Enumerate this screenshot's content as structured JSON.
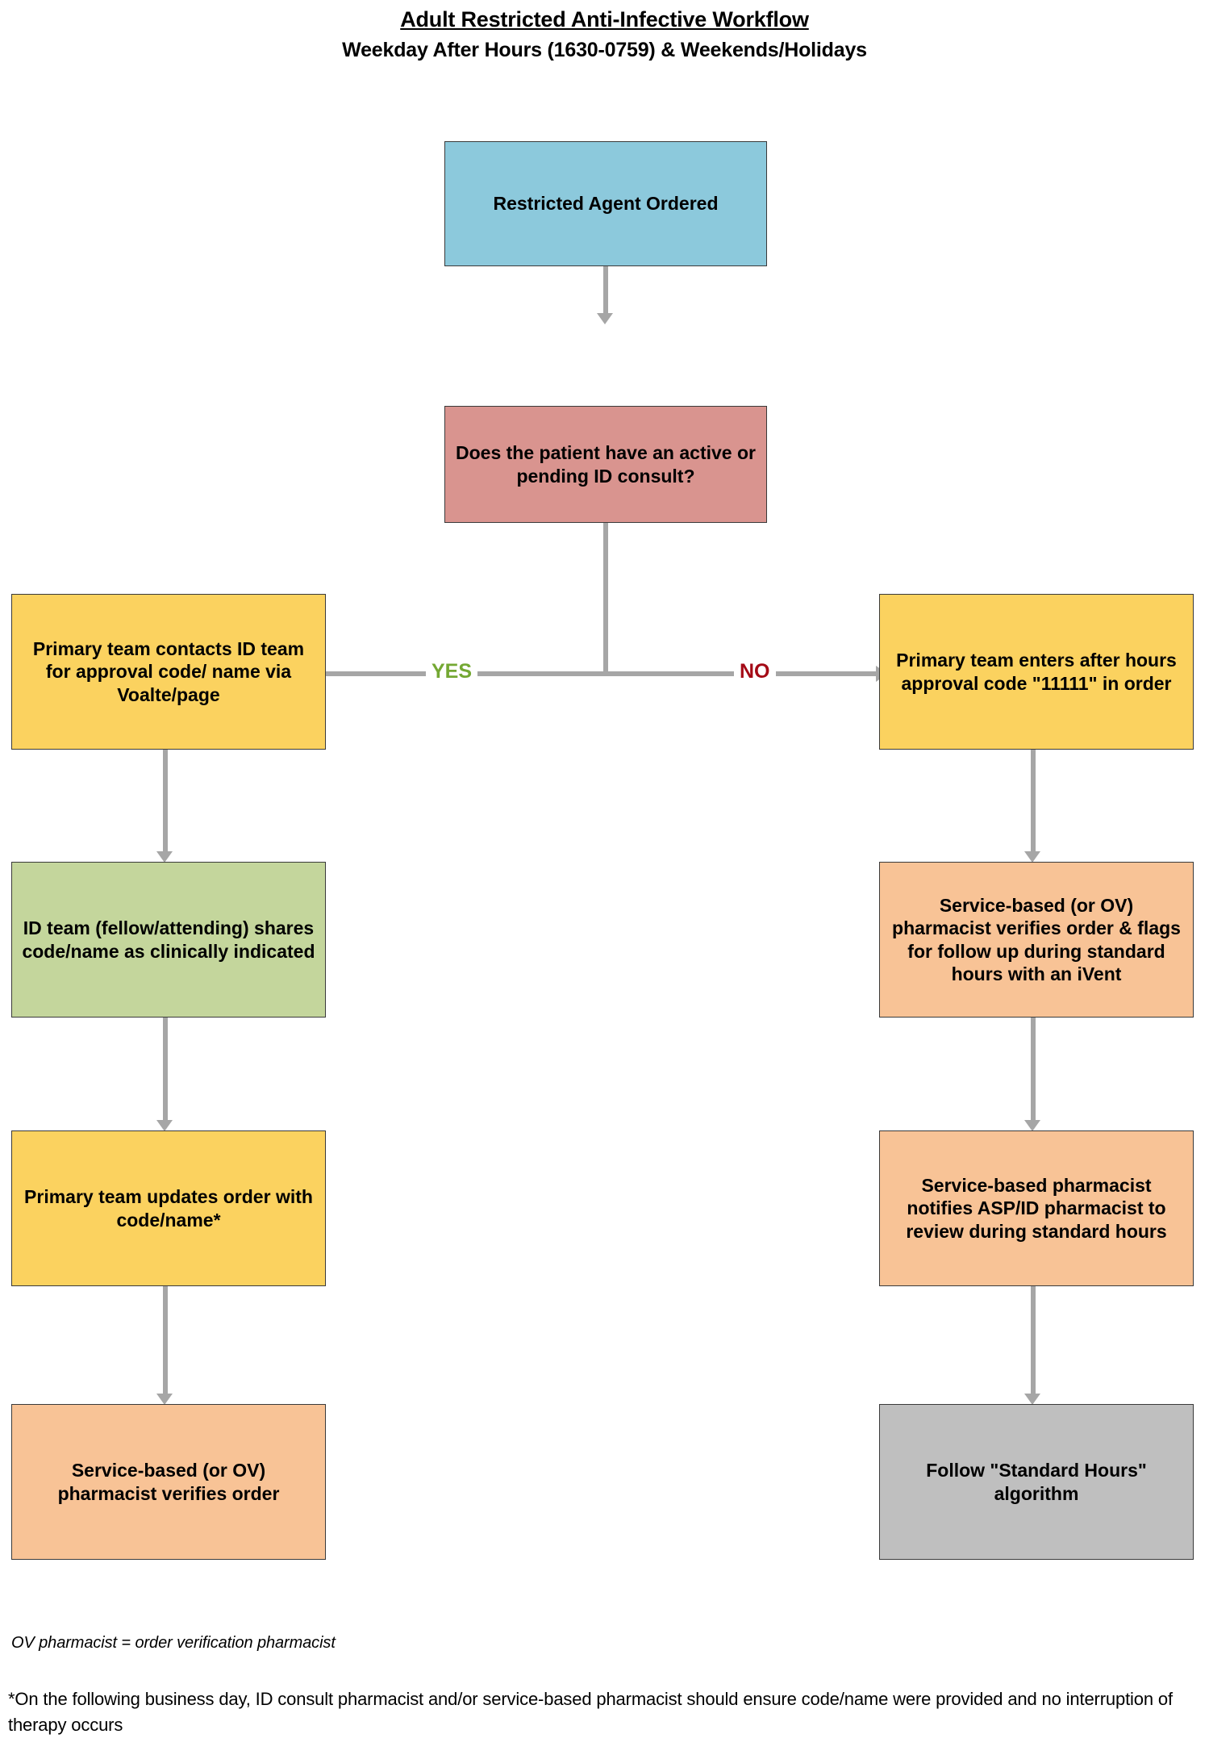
{
  "title": {
    "main": "Adult Restricted Anti-Infective Workflow",
    "sub": "Weekday After Hours (1630-0759) & Weekends/Holidays"
  },
  "colors": {
    "start_blue": "#8CC9DC",
    "decision_rose": "#D9948F",
    "action_yellow": "#FBD25F",
    "id_team_green": "#C4D69C",
    "pharmacy_orange": "#F8C396",
    "terminal_gray": "#BFBFBF",
    "connector_gray": "#A6A6A6",
    "yes_green": "#74A833",
    "no_red": "#A40A16"
  },
  "flow": {
    "start": "Restricted Agent Ordered",
    "decision": "Does the patient have an active or pending ID consult?",
    "branches": {
      "yes": "YES",
      "no": "NO"
    },
    "yes_path": [
      "Primary team contacts ID team for approval code/ name via Voalte/page",
      "ID team (fellow/attending) shares code/name as clinically indicated",
      "Primary team updates order with code/name*",
      "Service-based (or OV) pharmacist verifies order"
    ],
    "no_path": [
      "Primary team enters after hours approval code \"11111\" in order",
      "Service-based (or OV) pharmacist verifies order & flags for follow up during standard hours with an iVent",
      "Service-based pharmacist notifies ASP/ID pharmacist to review during standard hours",
      "Follow \"Standard Hours\" algorithm"
    ]
  },
  "footnotes": {
    "abbreviation": "OV pharmacist = order verification pharmacist",
    "asterisk": "*On the following business day, ID consult pharmacist and/or service-based pharmacist should ensure code/name were provided and no interruption of therapy occurs"
  }
}
